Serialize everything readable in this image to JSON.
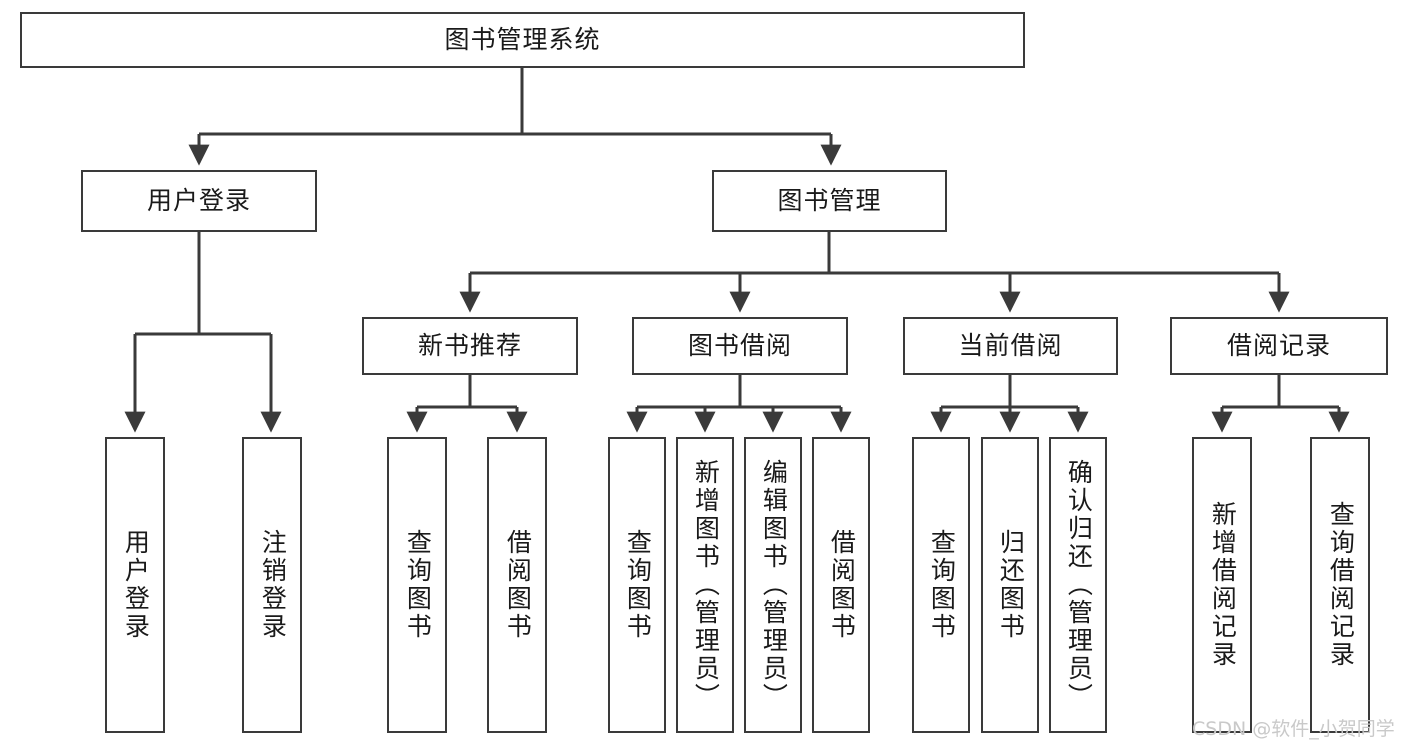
{
  "diagram": {
    "title": "图书管理系统",
    "type": "tree",
    "root": {
      "id": "root",
      "label": "图书管理系统",
      "orientation": "horizontal"
    },
    "level2": [
      {
        "id": "user-login",
        "label": "用户登录",
        "orientation": "horizontal"
      },
      {
        "id": "book-management",
        "label": "图书管理",
        "orientation": "horizontal"
      }
    ],
    "level3": [
      {
        "id": "new-book-recommend",
        "label": "新书推荐",
        "parent": "book-management",
        "orientation": "horizontal"
      },
      {
        "id": "book-borrow",
        "label": "图书借阅",
        "parent": "book-management",
        "orientation": "horizontal"
      },
      {
        "id": "current-borrow",
        "label": "当前借阅",
        "parent": "book-management",
        "orientation": "horizontal"
      },
      {
        "id": "borrow-record",
        "label": "借阅记录",
        "parent": "book-management",
        "orientation": "horizontal"
      }
    ],
    "leaves": [
      {
        "id": "leaf-user-login",
        "label": "用户登录",
        "parent": "user-login",
        "orientation": "vertical"
      },
      {
        "id": "leaf-logout-login",
        "label": "注销登录",
        "parent": "user-login",
        "orientation": "vertical"
      },
      {
        "id": "leaf-query-book-1",
        "label": "查询图书",
        "parent": "new-book-recommend",
        "orientation": "vertical"
      },
      {
        "id": "leaf-borrow-book-1",
        "label": "借阅图书",
        "parent": "new-book-recommend",
        "orientation": "vertical"
      },
      {
        "id": "leaf-query-book-2",
        "label": "查询图书",
        "parent": "book-borrow",
        "orientation": "vertical"
      },
      {
        "id": "leaf-add-book",
        "label": "新增图书（管理员）",
        "parent": "book-borrow",
        "orientation": "vertical"
      },
      {
        "id": "leaf-edit-book",
        "label": "编辑图书（管理员）",
        "parent": "book-borrow",
        "orientation": "vertical"
      },
      {
        "id": "leaf-borrow-book-2",
        "label": "借阅图书",
        "parent": "book-borrow",
        "orientation": "vertical"
      },
      {
        "id": "leaf-query-book-3",
        "label": "查询图书",
        "parent": "current-borrow",
        "orientation": "vertical"
      },
      {
        "id": "leaf-return-book",
        "label": "归还图书",
        "parent": "current-borrow",
        "orientation": "vertical"
      },
      {
        "id": "leaf-confirm-return",
        "label": "确认归还（管理员）",
        "parent": "current-borrow",
        "orientation": "vertical"
      },
      {
        "id": "leaf-add-record",
        "label": "新增借阅记录",
        "parent": "borrow-record",
        "orientation": "vertical"
      },
      {
        "id": "leaf-query-record",
        "label": "查询借阅记录",
        "parent": "borrow-record",
        "orientation": "vertical"
      }
    ],
    "colors": {
      "stroke": "#3a3a3a",
      "fill": "#ffffff",
      "text": "#1a1a1a",
      "watermark": "#c9c9c9"
    }
  },
  "watermark": {
    "text": "CSDN @软件_小贺同学"
  }
}
